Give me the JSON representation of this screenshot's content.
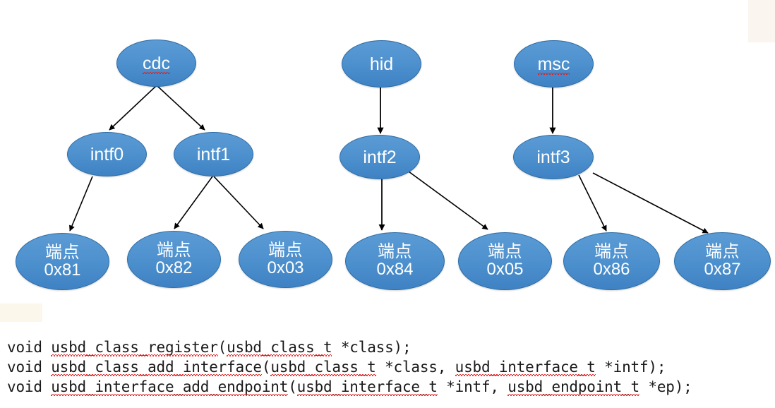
{
  "diagram": {
    "title": "USB device class / interface / endpoint tree",
    "colors": {
      "node_fill_top": "#5b9bd5",
      "node_fill_bottom": "#3f82c4",
      "node_border": "#2c6ca5",
      "node_text": "#ffffff",
      "edge": "#000000",
      "background": "#ffffff",
      "spellcheck_underline": "#e02020"
    },
    "classes": [
      {
        "id": "cdc",
        "label": "cdc",
        "misspelled": true
      },
      {
        "id": "hid",
        "label": "hid",
        "misspelled": false
      },
      {
        "id": "msc",
        "label": "msc",
        "misspelled": true
      }
    ],
    "interfaces": [
      {
        "id": "intf0",
        "label": "intf0"
      },
      {
        "id": "intf1",
        "label": "intf1"
      },
      {
        "id": "intf2",
        "label": "intf2"
      },
      {
        "id": "intf3",
        "label": "intf3"
      }
    ],
    "endpoints": [
      {
        "id": "ep81",
        "label_cn": "端点",
        "address": "0x81"
      },
      {
        "id": "ep82",
        "label_cn": "端点",
        "address": "0x82"
      },
      {
        "id": "ep03",
        "label_cn": "端点",
        "address": "0x03"
      },
      {
        "id": "ep84",
        "label_cn": "端点",
        "address": "0x84"
      },
      {
        "id": "ep05",
        "label_cn": "端点",
        "address": "0x05"
      },
      {
        "id": "ep86",
        "label_cn": "端点",
        "address": "0x86"
      },
      {
        "id": "ep87",
        "label_cn": "端点",
        "address": "0x87"
      }
    ],
    "edges": [
      {
        "from": "cdc",
        "to": "intf0"
      },
      {
        "from": "cdc",
        "to": "intf1"
      },
      {
        "from": "hid",
        "to": "intf2"
      },
      {
        "from": "msc",
        "to": "intf3"
      },
      {
        "from": "intf0",
        "to": "ep81"
      },
      {
        "from": "intf1",
        "to": "ep82"
      },
      {
        "from": "intf1",
        "to": "ep03"
      },
      {
        "from": "intf2",
        "to": "ep84"
      },
      {
        "from": "intf2",
        "to": "ep05"
      },
      {
        "from": "intf3",
        "to": "ep86"
      },
      {
        "from": "intf3",
        "to": "ep87"
      }
    ]
  },
  "code": {
    "line1": {
      "pre": "void ",
      "fn": "usbd_class_register",
      "mid": "(",
      "type1": "usbd_class_t",
      "post": " *class);",
      "full": "void usbd_class_register(usbd_class_t *class);"
    },
    "line2": {
      "pre": "void ",
      "fn": "usbd_class_add_interface",
      "mid": "(",
      "type1": "usbd_class_t",
      "mid2": " *class, ",
      "type2": "usbd_interface_t",
      "post": " *intf);",
      "full": "void usbd_class_add_interface(usbd_class_t *class, usbd_interface_t *intf);"
    },
    "line3": {
      "pre": "void ",
      "fn": "usbd_interface_add_endpoint",
      "mid": "(",
      "type1": "usbd_interface_t",
      "mid2": " *intf, ",
      "type2": "usbd_endpoint_t",
      "post": " *ep);",
      "full": "void usbd_interface_add_endpoint(usbd_interface_t *intf, usbd_endpoint_t *ep);"
    }
  }
}
